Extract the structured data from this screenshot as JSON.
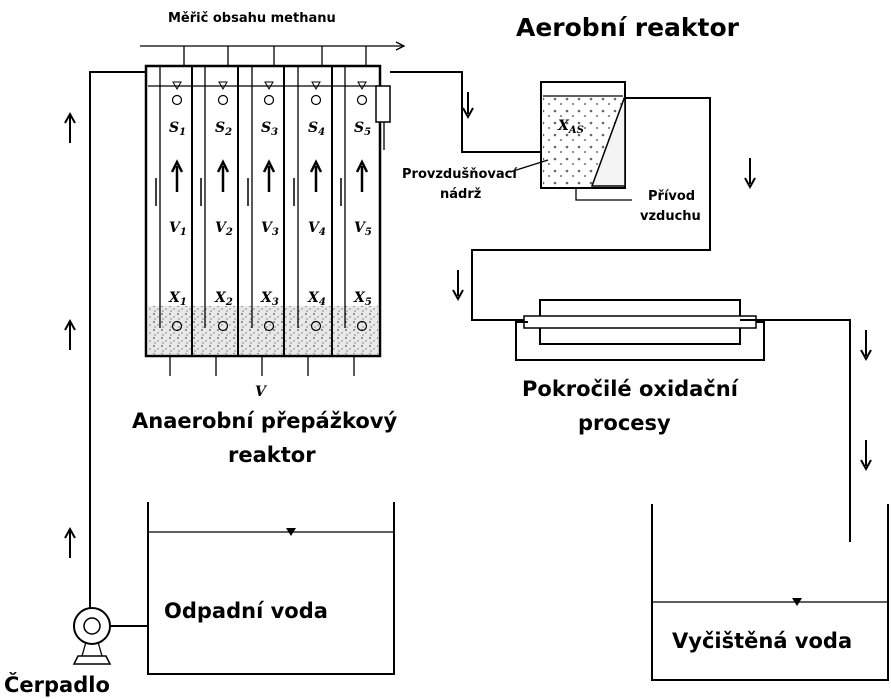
{
  "labels": {
    "methane_meter": "Měřič obsahu methanu",
    "aerobic_reactor": "Aerobní reaktor",
    "aeration_tank": "Provzdušňovací nádrž",
    "air_inlet": "Přívod vzduchu",
    "abr_reactor": "Anaerobní přepážkový reaktor",
    "aop": "Pokročilé oxidační procesy",
    "wastewater": "Odpadní voda",
    "clean_water": "Vyčištěná voda",
    "pump": "Čerpadlo",
    "x_as": "X",
    "x_as_sub": "AS",
    "v_total": "V"
  },
  "compartments": [
    {
      "s": "S",
      "v": "V",
      "x": "X",
      "idx": "1"
    },
    {
      "s": "S",
      "v": "V",
      "x": "X",
      "idx": "2"
    },
    {
      "s": "S",
      "v": "V",
      "x": "X",
      "idx": "3"
    },
    {
      "s": "S",
      "v": "V",
      "x": "X",
      "idx": "4"
    },
    {
      "s": "S",
      "v": "V",
      "x": "X",
      "idx": "5"
    }
  ]
}
